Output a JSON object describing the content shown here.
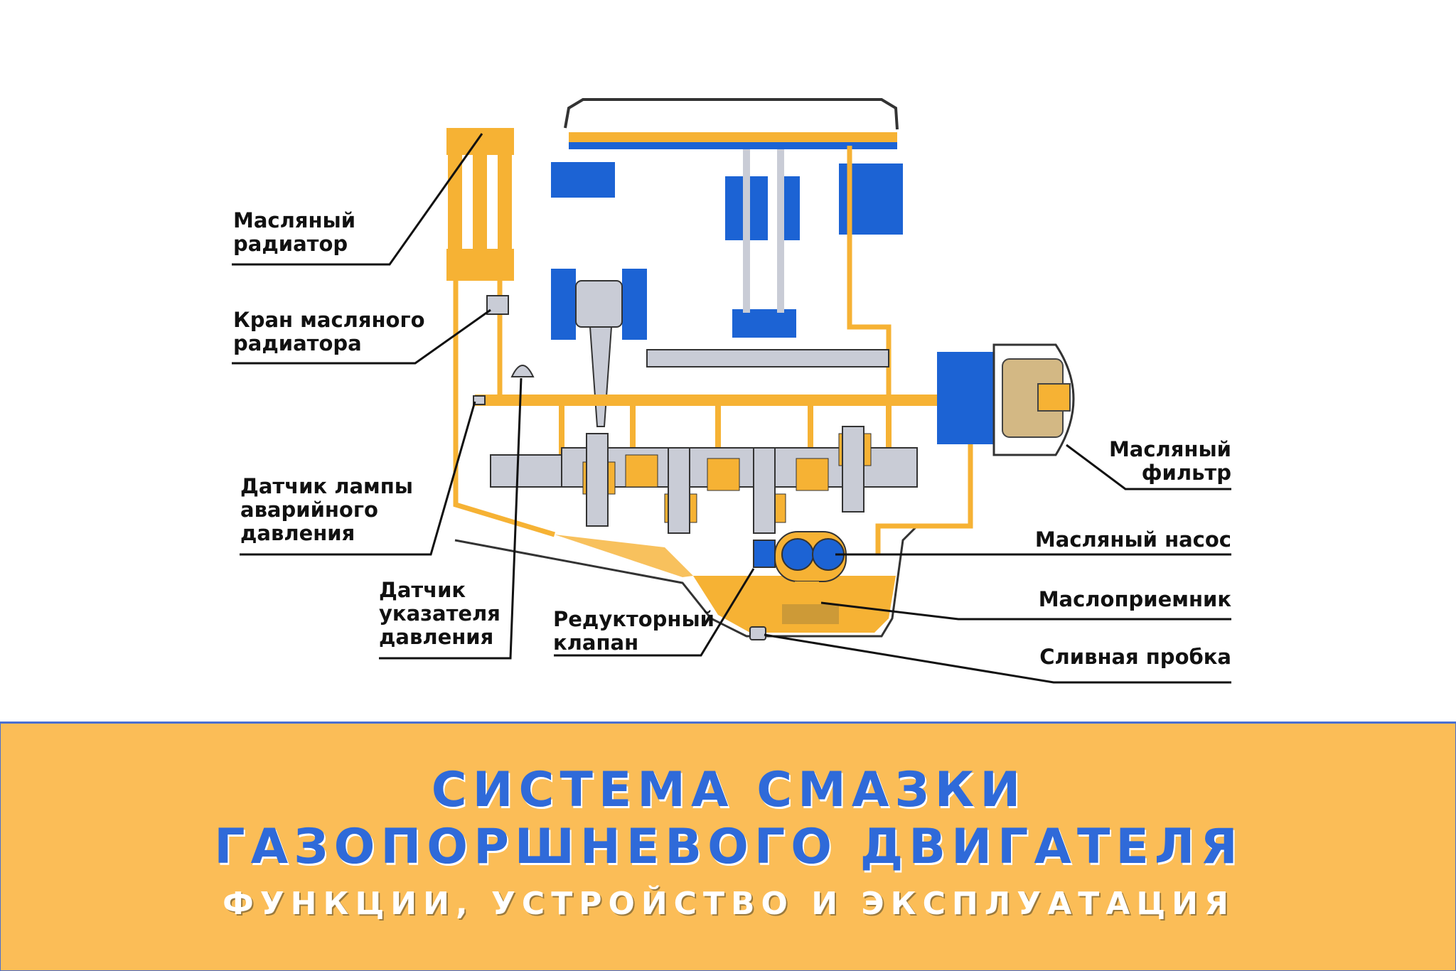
{
  "labels": {
    "oil_radiator": "Масляный\nрадиатор",
    "radiator_valve": "Кран масляного\nрадиатора",
    "emergency_sensor": "Датчик лампы\nаварийного\nдавления",
    "pressure_sensor": "Датчик\nуказателя\nдавления",
    "reducing_valve": "Редукторный\nклапан",
    "oil_filter": "Масляный\nфильтр",
    "oil_pump": "Масляный насос",
    "oil_intake": "Маслоприемник",
    "drain_plug": "Сливная пробка"
  },
  "banner": {
    "title_line1": "СИСТЕМА СМАЗКИ",
    "title_line2": "ГАЗОПОРШНЕВОГО ДВИГАТЕЛЯ",
    "subtitle": "ФУНКЦИИ, УСТРОЙСТВО И ЭКСПЛУАТАЦИЯ"
  },
  "colors": {
    "oil": "#f6b234",
    "engine_blue": "#1c63d4",
    "metal_gray": "#c9ccd6",
    "banner_bg": "#fbbd57",
    "title_blue": "#2f6ad9"
  }
}
